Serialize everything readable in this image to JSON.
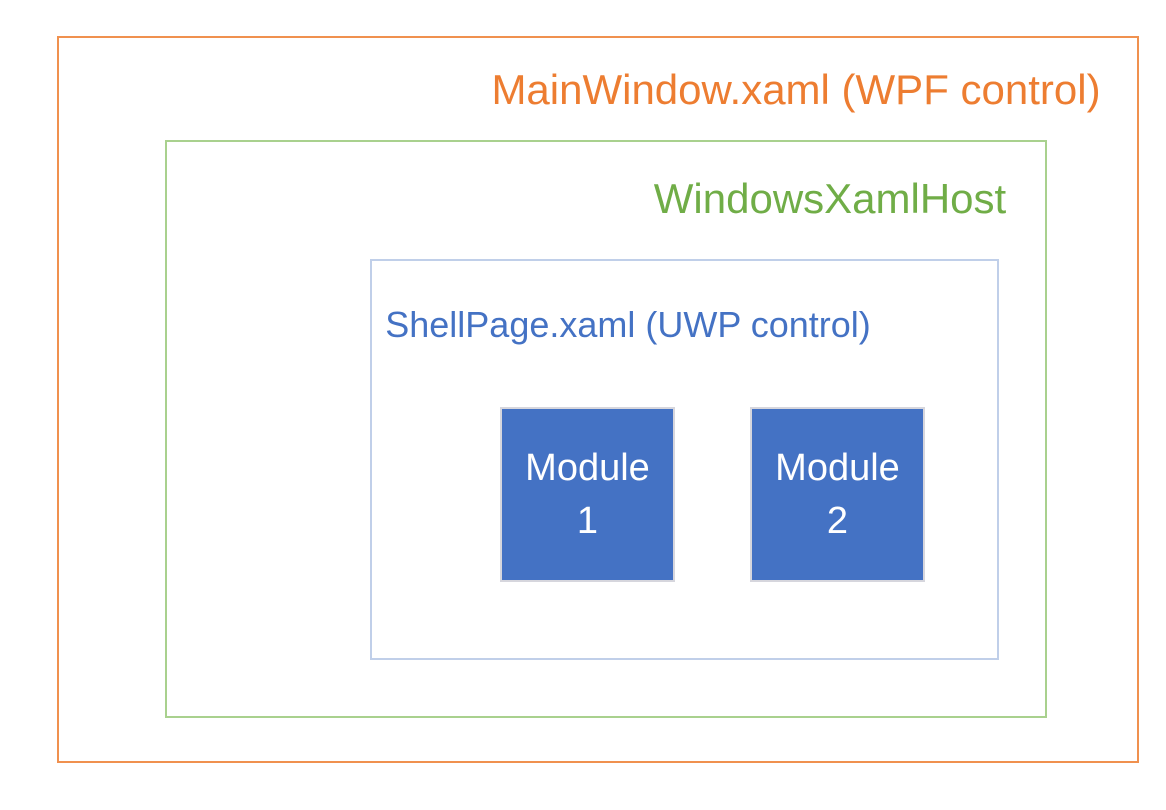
{
  "diagram": {
    "mainwindow": {
      "label": "MainWindow.xaml (WPF control)",
      "text_color": "#ED7D31",
      "border_color": "#F0914F"
    },
    "xamlhost": {
      "label": "WindowsXamlHost",
      "text_color": "#70AD47",
      "border_color": "#A9D18E"
    },
    "shellpage": {
      "label": "ShellPage.xaml (UWP control)",
      "text_color": "#4472C4",
      "border_color": "#C0CFE9"
    },
    "modules": [
      {
        "line1": "Module",
        "line2": "1",
        "fill_color": "#4472C4",
        "text_color": "#FFFFFF"
      },
      {
        "line1": "Module",
        "line2": "2",
        "fill_color": "#4472C4",
        "text_color": "#FFFFFF"
      }
    ]
  }
}
